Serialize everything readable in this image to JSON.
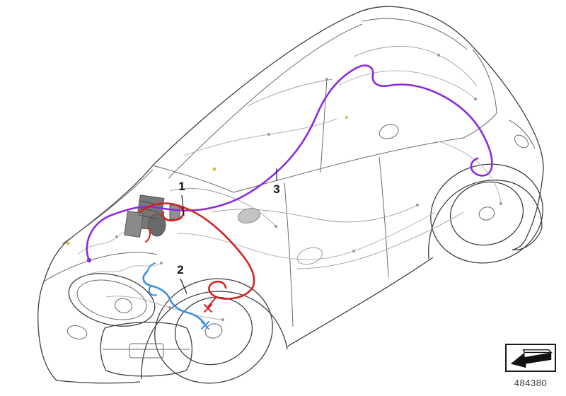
{
  "diagram": {
    "title": "repair-wiring-harness-vehicle-diagram",
    "callouts": [
      {
        "label": "1"
      },
      {
        "label": "2"
      },
      {
        "label": "3"
      }
    ],
    "part_number": "484380",
    "colors": {
      "wire1": "#d42222",
      "wire2": "#3d8fe0",
      "wire3": "#8a2be2",
      "body_line": "#3f3f3f",
      "detail_line": "#b3b3b3"
    },
    "icons": {
      "corner": "direction-arrow-icon"
    }
  }
}
